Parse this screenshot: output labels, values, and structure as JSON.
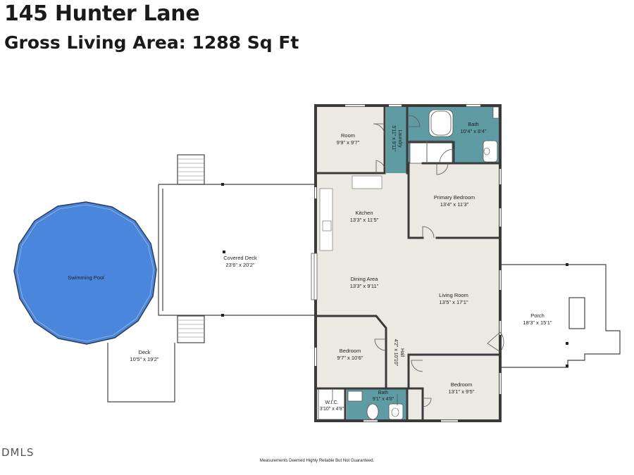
{
  "header": {
    "title": "145 Hunter Lane",
    "subtitle": "Gross Living Area: 1288 Sq Ft"
  },
  "colors": {
    "room_fill": "#ebe9e1",
    "bath_fill": "#5f9ba3",
    "pool_fill": "#4a87dc",
    "wall": "#3a3a3a"
  },
  "rooms": {
    "room": {
      "name": "Room",
      "dims": "9'9\" x 9'7\""
    },
    "laundry": {
      "name": "Laundry",
      "dims": "5'11\" x 9'11\""
    },
    "bath_top": {
      "name": "Bath",
      "dims": "10'4\" x 8'4\""
    },
    "primary_bedroom": {
      "name": "Primary Bedroom",
      "dims": "13'4\" x 11'3\""
    },
    "kitchen": {
      "name": "Kitchen",
      "dims": "13'3\" x 11'5\""
    },
    "covered_deck": {
      "name": "Covered Deck",
      "dims": "23'6\" x 20'2\""
    },
    "swimming_pool": {
      "name": "Swimming Pool"
    },
    "dining_area": {
      "name": "Dining Area",
      "dims": "13'3\" x 9'11\""
    },
    "living_room": {
      "name": "Living Room",
      "dims": "13'5\" x 17'1\""
    },
    "porch": {
      "name": "Porch",
      "dims": "18'3\" x 15'1\""
    },
    "deck": {
      "name": "Deck",
      "dims": "10'5\" x 19'2\""
    },
    "bedroom_left": {
      "name": "Bedroom",
      "dims": "9'7\" x 10'6\""
    },
    "hall": {
      "name": "Hall",
      "dims": "4'2\" x 10'10\""
    },
    "bedroom_right": {
      "name": "Bedroom",
      "dims": "13'1\" x 9'5\""
    },
    "wic": {
      "name": "W.I.C.",
      "dims": "3'10\" x 4'8\""
    },
    "bath_bottom": {
      "name": "Bath",
      "dims": "9'1\" x 4'8\""
    }
  },
  "footer": {
    "note": "Measurements Deemed Highly Reliable But Not Guaranteed.",
    "logo": "DMLS"
  }
}
